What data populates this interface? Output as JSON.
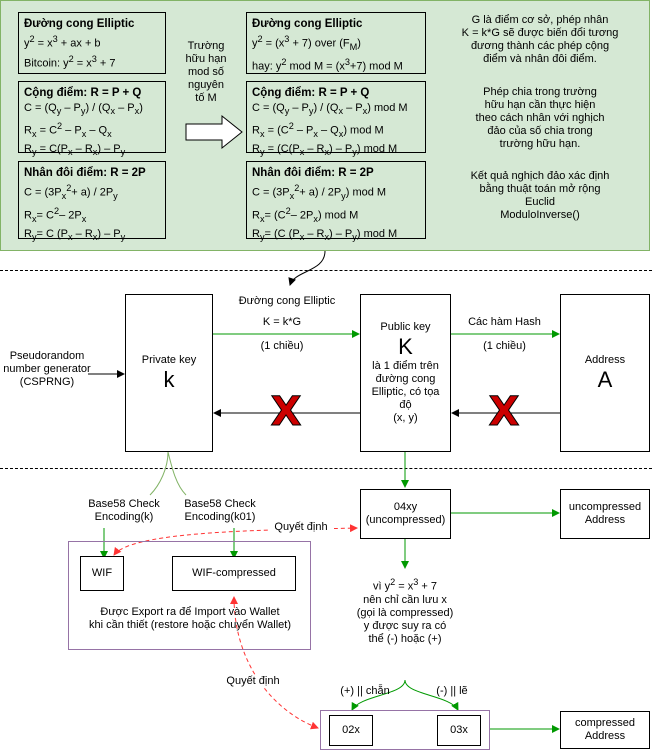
{
  "top_left": {
    "curve": {
      "title": "Đường cong Elliptic",
      "line1": "y2 = x3 + ax + b",
      "line2": "Bitcoin: y2 = x3 + 7"
    },
    "add": {
      "title": "Cộng điểm: R = P + Q",
      "line1": "C = (Qy – Py) / (Qx – Px)",
      "line2": "Rx = C2 – Px – Qx",
      "line3": "Ry = C(Px – Rx) – Py"
    },
    "double": {
      "title": "Nhân đôi điểm: R = 2P",
      "line1": "C = (3Px2+ a) / 2Py",
      "line2": "Rx= C2– 2Px",
      "line3": "Ry= C (Px – Rx) – Py"
    }
  },
  "arrow_label": [
    "Trường",
    "hữu hạn",
    "mod số",
    "nguyên",
    "tố M"
  ],
  "top_mid": {
    "curve": {
      "title": "Đường cong Elliptic",
      "line1": "y2 = (x3 + 7) over (FM)",
      "line2": "hay: y2 mod M = (x3+7) mod M"
    },
    "add": {
      "title": "Cộng điểm: R = P + Q",
      "line1": "C = (Qy – Py) / (Qx – Px) mod M",
      "line2": "Rx = (C2 – Px – Qx) mod M",
      "line3": "Ry = (C(Px – Rx) – Py) mod M"
    },
    "double": {
      "title": "Nhân đôi điểm: R = 2P",
      "line1": "C = (3Px2+ a) / 2Py) mod M",
      "line2": "Rx= (C2– 2Px) mod M",
      "line3": "Ry= (C (Px – Rx) – Py) mod M"
    }
  },
  "top_right_notes": [
    [
      "G là điểm cơ sở, phép nhân",
      "K = k*G sẽ được biến đổi tương",
      "đương thành các phép cộng",
      "điểm và nhân đôi điểm."
    ],
    [
      "Phép chia trong trường",
      "hữu hạn cần thực hiện",
      "theo cách nhân với nghịch",
      "đảo của số chia trong",
      "trường hữu hạn."
    ],
    [
      "Kết quả nghịch đảo xác định",
      "bằng thuật toán mở rộng",
      "Euclid",
      "ModuloInverse()"
    ]
  ],
  "prng": [
    "Pseudorandom",
    "number generator",
    "(CSPRNG)"
  ],
  "private_key": {
    "label": "Private key",
    "symbol": "k"
  },
  "curve_edge": {
    "name": "Đường cong Elliptic",
    "formula": "K = k*G",
    "direction": "(1 chiều)"
  },
  "public_key": {
    "label": "Public key",
    "symbol": "K",
    "desc": [
      "là 1 điểm trên",
      "đường cong",
      "Elliptic, có tọa",
      "độ"
    ],
    "coords": "(x, y)"
  },
  "hash_edge": {
    "name": "Các hàm Hash",
    "direction": "(1 chiều)"
  },
  "address": {
    "label": "Address",
    "symbol": "A"
  },
  "cross_mark": "X",
  "b58_left": [
    "Base58 Check",
    "Encoding(k)"
  ],
  "b58_right": [
    "Base58 Check",
    "Encoding(k01)"
  ],
  "decide_label": "Quyết định",
  "wif": "WIF",
  "wif_compressed": "WIF-compressed",
  "export_note": [
    "Được Export ra để Import vào Wallet",
    "khi cần thiết (restore hoặc chuyển Wallet)"
  ],
  "uncompressed_key": [
    "04xy",
    "(uncompressed)"
  ],
  "uncompressed_address": [
    "uncompressed",
    "Address"
  ],
  "compress_note": [
    "vì y2 = x3 + 7",
    "nên chỉ cần lưu x",
    "(gọi là compressed)",
    "y được suy ra có",
    "thể (-) hoặc (+)"
  ],
  "even_label": "(+) || chẵn",
  "odd_label": "(-) || lẽ",
  "prefix_02": "02x",
  "prefix_03": "03x",
  "compressed_address": [
    "compressed",
    "Address"
  ],
  "colors": {
    "green_fill": "#d5e8d4",
    "green_stroke": "#82b366",
    "flow_green": "#009900",
    "cross_red": "#cc0000",
    "dashed_red": "#ff3333",
    "purple": "#9673a6"
  }
}
